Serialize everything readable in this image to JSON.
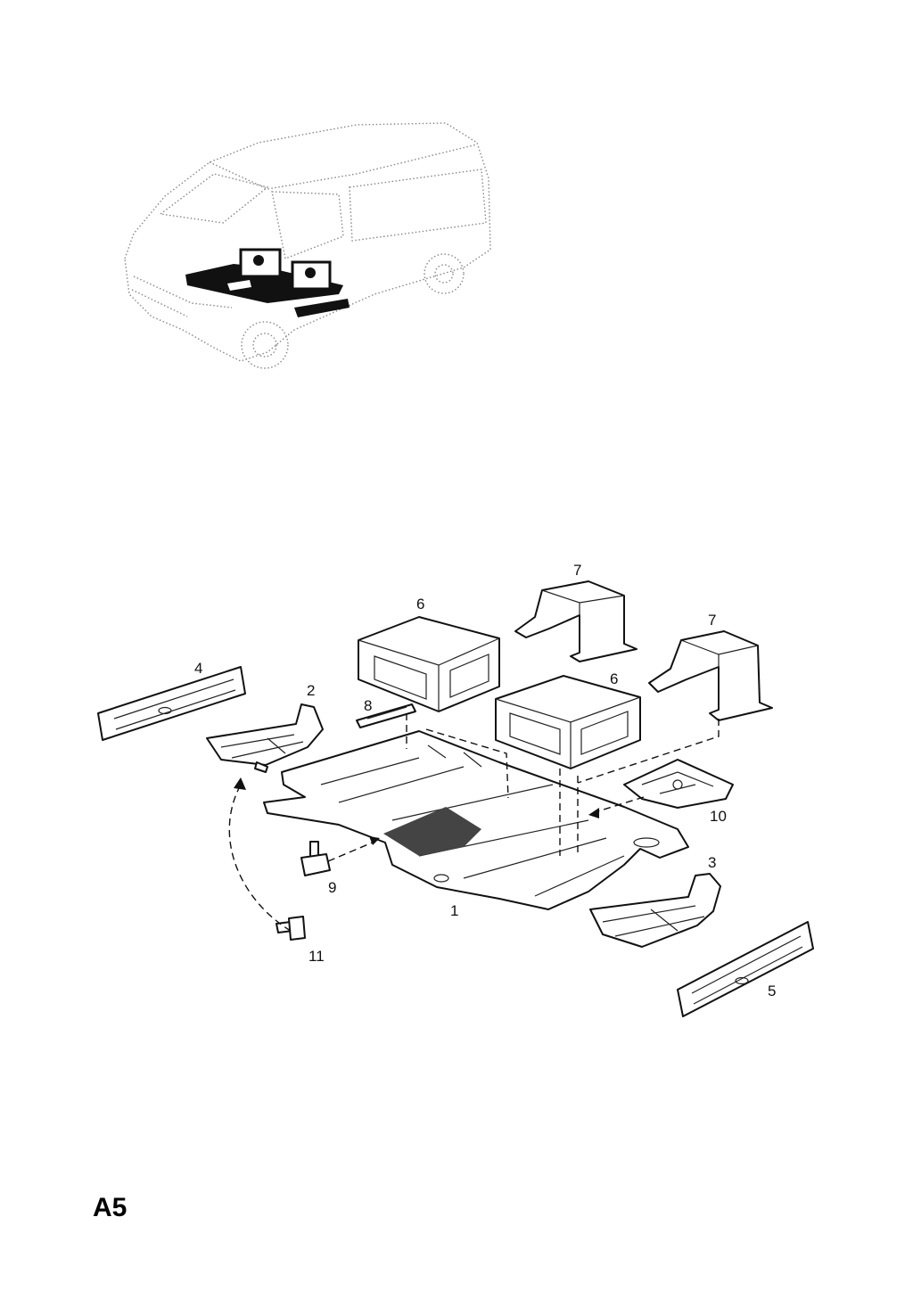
{
  "page": {
    "code": "A5"
  },
  "callouts": [
    "1",
    "2",
    "3",
    "4",
    "5",
    "6",
    "6",
    "7",
    "7",
    "8",
    "9",
    "10",
    "11"
  ]
}
